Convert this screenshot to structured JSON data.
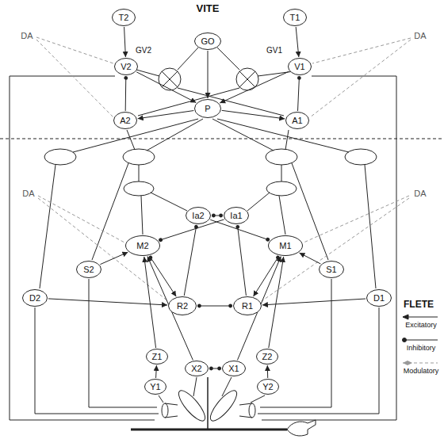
{
  "diagram": {
    "title": "VITE",
    "nodes": [
      {
        "text": [
          "T2"
        ]
      },
      {
        "text": [
          "T1"
        ]
      },
      {
        "text": [
          "GO"
        ]
      },
      {
        "text": [
          "V2"
        ]
      },
      {
        "text": [
          "V1"
        ]
      },
      {
        "text": [
          "P"
        ]
      },
      {
        "text": [
          "A2"
        ]
      },
      {
        "text": [
          "A1"
        ]
      },
      {
        "text": [
          "Ia2"
        ]
      },
      {
        "text": [
          "Ia1"
        ]
      },
      {
        "text": [
          "M2"
        ]
      },
      {
        "text": [
          "M1"
        ]
      },
      {
        "text": [
          "S2"
        ]
      },
      {
        "text": [
          "S1"
        ]
      },
      {
        "text": [
          "D2"
        ]
      },
      {
        "text": [
          "D1"
        ]
      },
      {
        "text": [
          "R2"
        ]
      },
      {
        "text": [
          "R1"
        ]
      },
      {
        "text": [
          "Z1"
        ]
      },
      {
        "text": [
          "Z2"
        ]
      },
      {
        "text": [
          "X2"
        ]
      },
      {
        "text": [
          "X1"
        ]
      },
      {
        "text": [
          "Y1"
        ]
      },
      {
        "text": [
          "Y2"
        ]
      }
    ],
    "edges": [
      {
        "from": 0,
        "to": 3,
        "arrow": "to"
      },
      {
        "from": 1,
        "to": 4,
        "arrow": "to"
      },
      {
        "from": 6,
        "to": 3,
        "arrow": "to"
      },
      {
        "from": 7,
        "to": 4,
        "arrow": "to"
      },
      {
        "from": 3,
        "to": 5,
        "arrow": "to"
      },
      {
        "from": 4,
        "to": 5,
        "arrow": "to"
      },
      {
        "from": 2,
        "to": 5,
        "arrow": "to"
      },
      {
        "from": 5,
        "to": 6,
        "arrow": "to"
      },
      {
        "from": 5,
        "to": 7,
        "arrow": "to"
      },
      {
        "from": 8,
        "to": 9,
        "arrow": "both"
      },
      {
        "from": 8,
        "to": 11,
        "arrow": "to"
      },
      {
        "from": 9,
        "to": 10,
        "arrow": "to"
      },
      {
        "from": 10,
        "to": 16,
        "arrow": "both"
      },
      {
        "from": 11,
        "to": 17,
        "arrow": "both"
      },
      {
        "from": 16,
        "to": 8,
        "arrow": "to"
      },
      {
        "from": 17,
        "to": 9,
        "arrow": "to"
      },
      {
        "from": 16,
        "to": 17,
        "arrow": "both"
      },
      {
        "from": 12,
        "to": 10,
        "arrow": "to"
      },
      {
        "from": 13,
        "to": 11,
        "arrow": "to"
      },
      {
        "from": 14,
        "to": 16,
        "arrow": "to"
      },
      {
        "from": 15,
        "to": 17,
        "arrow": "to"
      },
      {
        "from": 22,
        "to": 18,
        "arrow": "to"
      },
      {
        "from": 23,
        "to": 19,
        "arrow": "to"
      },
      {
        "from": 18,
        "to": 10,
        "arrow": "to"
      },
      {
        "from": 19,
        "to": 11,
        "arrow": "to"
      },
      {
        "from": 20,
        "to": 21,
        "arrow": "both"
      },
      {
        "from": 20,
        "to": 10,
        "arrow": "to"
      },
      {
        "from": 21,
        "to": 11,
        "arrow": "to"
      }
    ],
    "labels": [
      "DA",
      "DA",
      "DA",
      "DA",
      "GV2",
      "GV1",
      "FLETE"
    ],
    "legend": [
      {
        "text": "Excitatory"
      },
      {
        "text": "Inhibitory"
      },
      {
        "text": "Modulatory"
      }
    ]
  }
}
